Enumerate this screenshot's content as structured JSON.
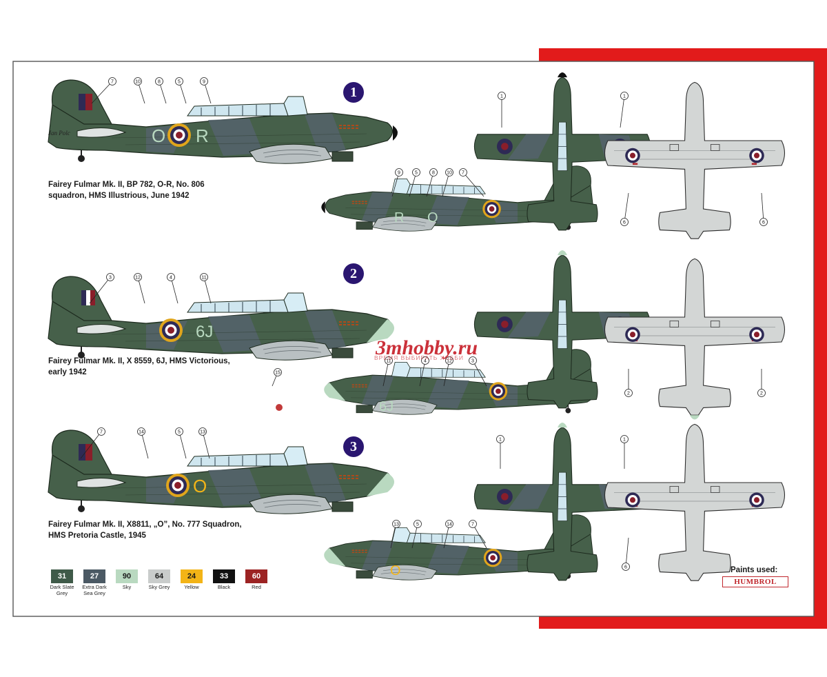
{
  "schemes": [
    {
      "number": "1",
      "caption_line1": "Fairey Fulmar Mk. II, BP 782, O-R, No. 806",
      "caption_line2": "squadron, HMS Illustrious, June 1942",
      "code_left": "O",
      "code_right": "R",
      "callouts_top": [
        "7",
        "10",
        "8",
        "5",
        "9"
      ],
      "callouts_bottom": [
        "9",
        "5",
        "8",
        "10",
        "7"
      ],
      "callouts_plan": [
        "1",
        "1",
        "6",
        "6"
      ]
    },
    {
      "number": "2",
      "caption_line1": "Fairey Fulmar Mk. II, X 8559, 6J, HMS Victorious,",
      "caption_line2": "early 1942",
      "code": "6J",
      "callouts_top": [
        "3",
        "12",
        "4",
        "11"
      ],
      "callouts_bottom": [
        "15",
        "11",
        "4",
        "12",
        "3"
      ],
      "callouts_plan": [
        "2",
        "2"
      ]
    },
    {
      "number": "3",
      "caption_line1": "Fairey Fulmar Mk. II, X8811, „O”, No. 777 Squadron,",
      "caption_line2": "HMS Pretoria Castle, 1945",
      "code": "O",
      "callouts_top": [
        "7",
        "14",
        "5",
        "13"
      ],
      "callouts_bottom": [
        "13",
        "5",
        "14",
        "7"
      ],
      "callouts_plan": [
        "1",
        "1",
        "6"
      ]
    }
  ],
  "artist_signature": "Jan Polc",
  "paints": {
    "title": "Paints used:",
    "brand": "HUMBROL",
    "swatches": [
      {
        "code": "31",
        "name1": "Dark Slate",
        "name2": "Grey",
        "color": "#3f5a49",
        "text": "#ffffff"
      },
      {
        "code": "27",
        "name1": "Extra Dark",
        "name2": "Sea Grey",
        "color": "#4b5964",
        "text": "#ffffff"
      },
      {
        "code": "90",
        "name1": "Sky",
        "name2": "",
        "color": "#b9d9c0",
        "text": "#1a1a1a"
      },
      {
        "code": "64",
        "name1": "Sky Grey",
        "name2": "",
        "color": "#c9cccb",
        "text": "#1a1a1a"
      },
      {
        "code": "24",
        "name1": "Yellow",
        "name2": "",
        "color": "#f3b417",
        "text": "#1a1a1a"
      },
      {
        "code": "33",
        "name1": "Black",
        "name2": "",
        "color": "#111111",
        "text": "#ffffff"
      },
      {
        "code": "60",
        "name1": "Red",
        "name2": "",
        "color": "#9c2323",
        "text": "#ffffff"
      }
    ]
  },
  "watermark": {
    "text": "3mhobby.ru",
    "sub": "ВРЕМЯ ВЫБИРАТЬ ХОББИ"
  },
  "colors": {
    "frame_red": "#e21b1b",
    "frame_border": "#444444",
    "badge": "#2a1670",
    "dark_green": "#3d5a3a",
    "sea_grey": "#4b5964",
    "sky": "#b9d9c0",
    "sky_grey": "#c9cccb",
    "roundel_blue": "#2e2a55",
    "roundel_red": "#8a1e2a",
    "roundel_yellow": "#e0a51c"
  }
}
